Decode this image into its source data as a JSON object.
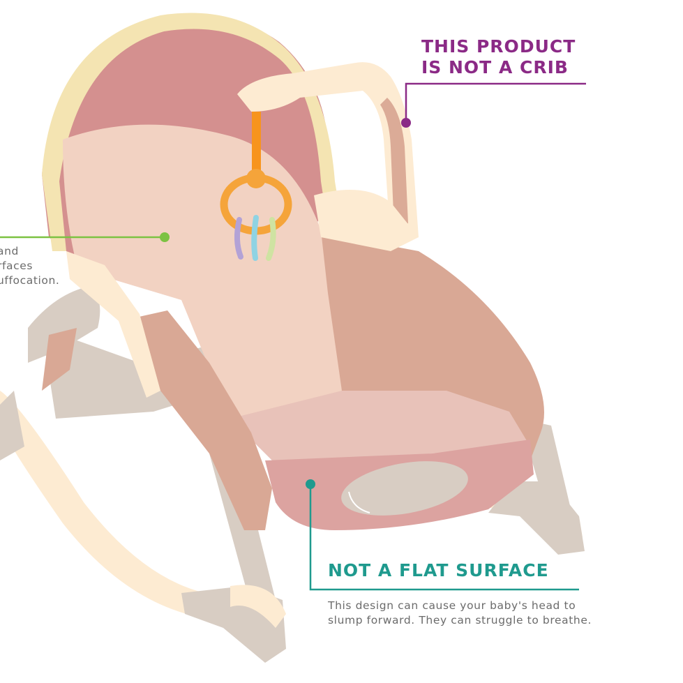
{
  "callouts": {
    "crib": {
      "title_line1": "THIS PRODUCT",
      "title_line2": "IS NOT A CRIB",
      "color": "#8b2a86"
    },
    "flat_surface": {
      "title": "NOT A FLAT SURFACE",
      "body_line1": "This design can cause your baby's head to",
      "body_line2": "slump forward. They can struggle to breathe.",
      "color": "#1f9a8e"
    },
    "soft_surfaces": {
      "body_line1": "and",
      "body_line2": "rfaces",
      "body_line3": "uffocation.",
      "color": "#7cc242"
    }
  },
  "illustration": {
    "subject": "baby-rocker-seat",
    "colors": {
      "seat_back_dark": "#d4908f",
      "seat_inner_light": "#f2d2c2",
      "seat_side": "#d9a895",
      "seat_front": "#dca3a0",
      "frame_cream": "#fdebd2",
      "trim_yellow": "#f4e4b2",
      "frame_gray": "#d8cdc3",
      "toy_orange": "#f5a43a",
      "toy_bar_orange": "#f7941d",
      "toy_purple": "#b3a2d6",
      "toy_blue": "#8fd3e3",
      "toy_green": "#cfe3a2"
    }
  }
}
